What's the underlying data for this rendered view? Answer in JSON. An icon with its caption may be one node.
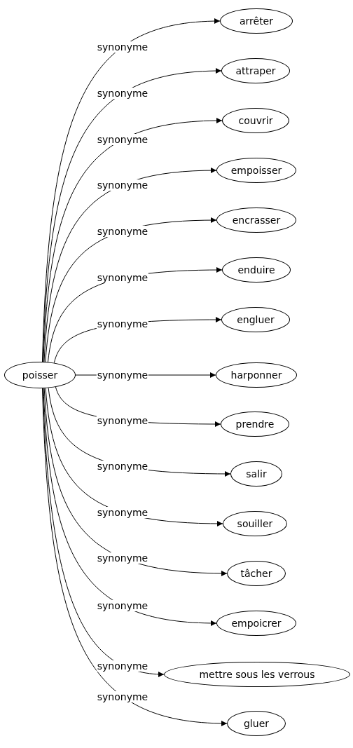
{
  "diagram": {
    "nodes": [
      {
        "text": [
          "poisser"
        ]
      },
      {
        "text": [
          "arrêter"
        ]
      },
      {
        "text": [
          "attraper"
        ]
      },
      {
        "text": [
          "couvrir"
        ]
      },
      {
        "text": [
          "empoisser"
        ]
      },
      {
        "text": [
          "encrasser"
        ]
      },
      {
        "text": [
          "enduire"
        ]
      },
      {
        "text": [
          "engluer"
        ]
      },
      {
        "text": [
          "harponner"
        ]
      },
      {
        "text": [
          "prendre"
        ]
      },
      {
        "text": [
          "salir"
        ]
      },
      {
        "text": [
          "souiller"
        ]
      },
      {
        "text": [
          "tâcher"
        ]
      },
      {
        "text": [
          "empoicrer"
        ]
      },
      {
        "text": [
          "mettre sous les verrous"
        ]
      },
      {
        "text": [
          "gluer"
        ]
      }
    ],
    "edges": [
      {
        "from": 0,
        "to": 1,
        "arrow": "to",
        "label": "synonyme"
      },
      {
        "from": 0,
        "to": 2,
        "arrow": "to",
        "label": "synonyme"
      },
      {
        "from": 0,
        "to": 3,
        "arrow": "to",
        "label": "synonyme"
      },
      {
        "from": 0,
        "to": 4,
        "arrow": "to",
        "label": "synonyme"
      },
      {
        "from": 0,
        "to": 5,
        "arrow": "to",
        "label": "synonyme"
      },
      {
        "from": 0,
        "to": 6,
        "arrow": "to",
        "label": "synonyme"
      },
      {
        "from": 0,
        "to": 7,
        "arrow": "to",
        "label": "synonyme"
      },
      {
        "from": 0,
        "to": 8,
        "arrow": "to",
        "label": "synonyme"
      },
      {
        "from": 0,
        "to": 9,
        "arrow": "to",
        "label": "synonyme"
      },
      {
        "from": 0,
        "to": 10,
        "arrow": "to",
        "label": "synonyme"
      },
      {
        "from": 0,
        "to": 11,
        "arrow": "to",
        "label": "synonyme"
      },
      {
        "from": 0,
        "to": 12,
        "arrow": "to",
        "label": "synonyme"
      },
      {
        "from": 0,
        "to": 13,
        "arrow": "to",
        "label": "synonyme"
      },
      {
        "from": 0,
        "to": 14,
        "arrow": "to",
        "label": "synonyme"
      },
      {
        "from": 0,
        "to": 15,
        "arrow": "to",
        "label": "synonyme"
      }
    ]
  }
}
